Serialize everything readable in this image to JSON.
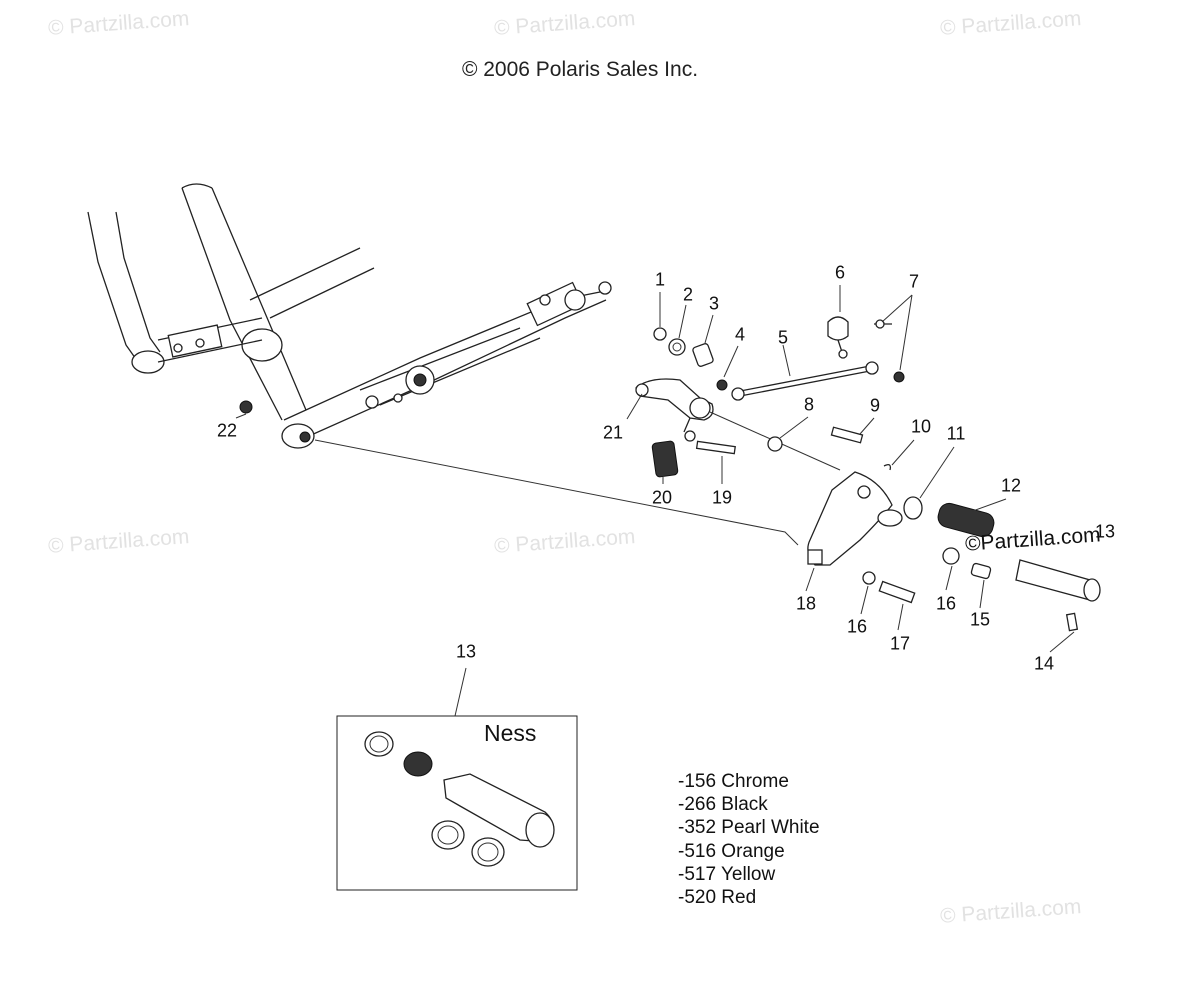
{
  "watermarks": [
    "© Partzilla.com",
    "© Partzilla.com",
    "© Partzilla.com",
    "© Partzilla.com",
    "© Partzilla.com",
    "© Partzilla.com"
  ],
  "copyright": "© 2006 Polaris Sales Inc.",
  "callouts": [
    "1",
    "2",
    "3",
    "4",
    "5",
    "6",
    "7",
    "8",
    "9",
    "10",
    "11",
    "12",
    "13",
    "14",
    "15",
    "16",
    "16",
    "17",
    "18",
    "19",
    "20",
    "21",
    "22",
    "13"
  ],
  "inset": {
    "title": "Ness"
  },
  "color_options": [
    "-156 Chrome",
    "-266 Black",
    "-352 Pearl White",
    "-516 Orange",
    "-517 Yellow",
    "-520 Red"
  ],
  "overlay_watermark": "©Partzilla.com"
}
